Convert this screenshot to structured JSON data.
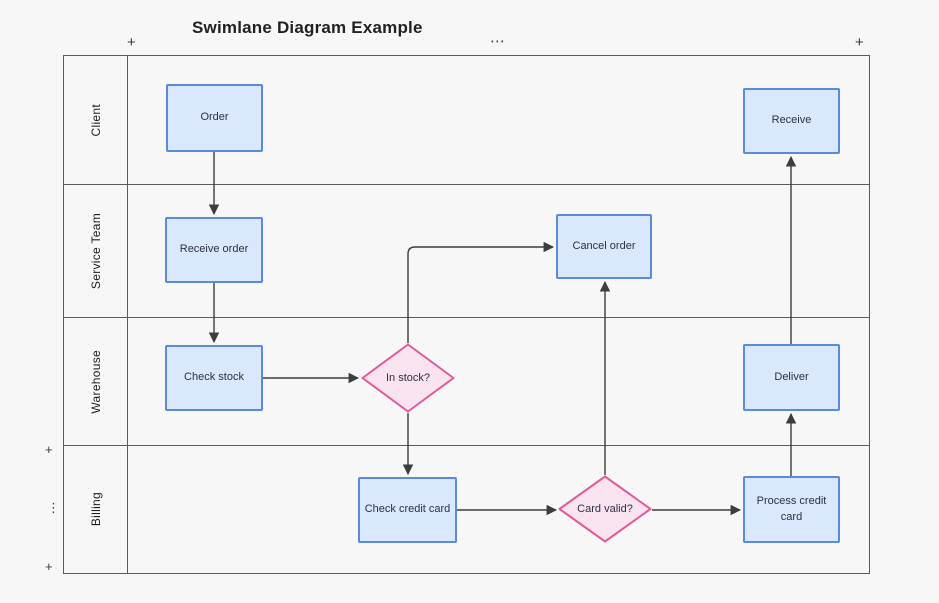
{
  "title": "Swimlane Diagram Example",
  "controls": {
    "add_column_left": "+",
    "add_column_right": "+",
    "frame_menu": "⋯",
    "add_row_top": "+",
    "row_drag_handle": "⋮",
    "add_row_bottom": "+"
  },
  "lanes": [
    {
      "label": "Client"
    },
    {
      "label": "Service Team"
    },
    {
      "label": "Warehouse"
    },
    {
      "label": "Billing"
    }
  ],
  "nodes": {
    "order": {
      "label": "Order",
      "type": "process",
      "lane": "Client"
    },
    "receive": {
      "label": "Receive",
      "type": "process",
      "lane": "Client"
    },
    "receive_order": {
      "label": "Receive order",
      "type": "process",
      "lane": "Service Team"
    },
    "cancel_order": {
      "label": "Cancel order",
      "type": "process",
      "lane": "Service Team"
    },
    "check_stock": {
      "label": "Check stock",
      "type": "process",
      "lane": "Warehouse"
    },
    "in_stock": {
      "label": "In stock?",
      "type": "decision",
      "lane": "Warehouse"
    },
    "deliver": {
      "label": "Deliver",
      "type": "process",
      "lane": "Warehouse"
    },
    "check_credit": {
      "label": "Check credit card",
      "type": "process",
      "lane": "Billing"
    },
    "card_valid": {
      "label": "Card valid?",
      "type": "decision",
      "lane": "Billing"
    },
    "process_credit": {
      "label": "Process credit card",
      "type": "process",
      "lane": "Billing"
    }
  },
  "edges": [
    {
      "from": "order",
      "to": "receive_order"
    },
    {
      "from": "receive_order",
      "to": "check_stock"
    },
    {
      "from": "check_stock",
      "to": "in_stock"
    },
    {
      "from": "in_stock",
      "to": "cancel_order"
    },
    {
      "from": "in_stock",
      "to": "check_credit"
    },
    {
      "from": "check_credit",
      "to": "card_valid"
    },
    {
      "from": "card_valid",
      "to": "process_credit"
    },
    {
      "from": "card_valid",
      "to": "cancel_order"
    },
    {
      "from": "process_credit",
      "to": "deliver"
    },
    {
      "from": "deliver",
      "to": "receive"
    }
  ],
  "colors": {
    "process_fill": "#d9e8fc",
    "process_border": "#5b8ad8",
    "decision_fill": "#fae3f0",
    "decision_border": "#dd5c99",
    "connector": "#3d3d3d",
    "lane_border": "#5a5a5a",
    "background": "#f7f7f8"
  }
}
